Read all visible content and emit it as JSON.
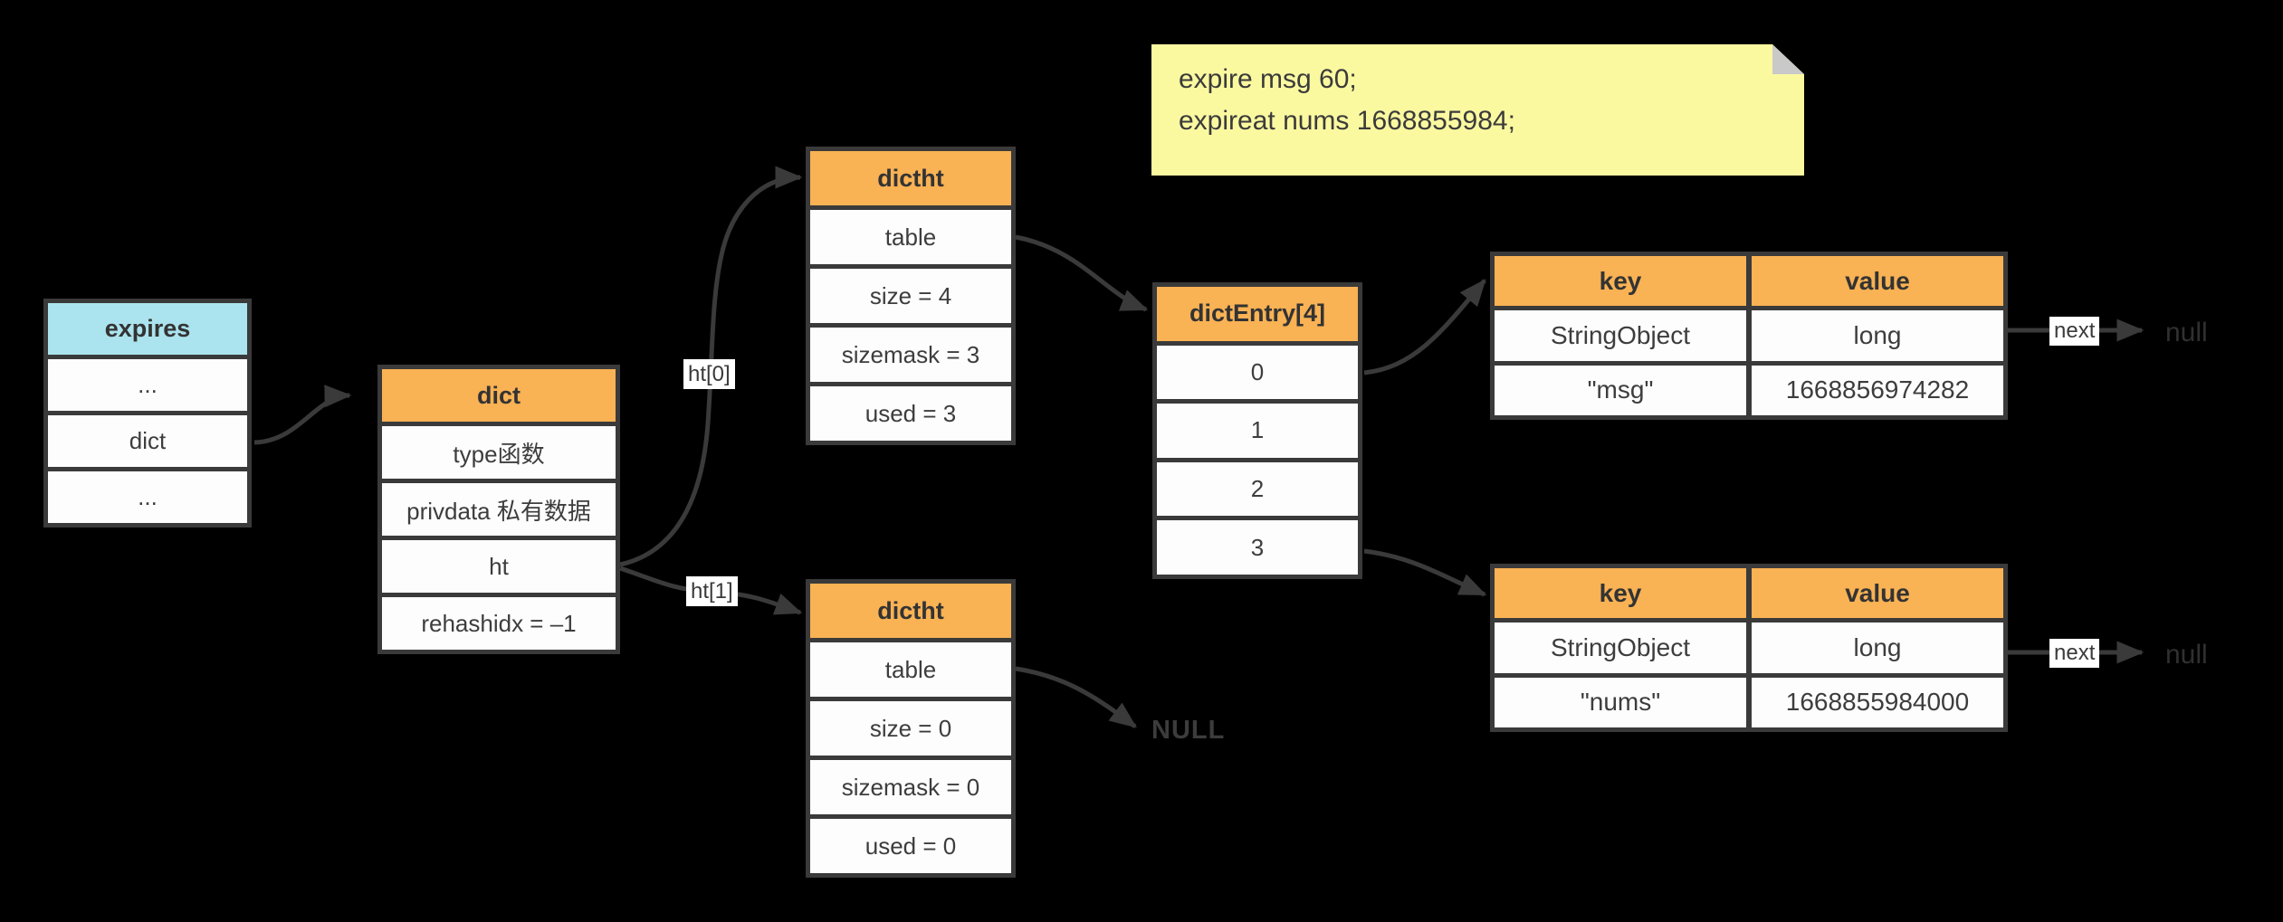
{
  "note": {
    "lines": [
      "expire msg 60;",
      "expireat nums 1668855984;"
    ]
  },
  "expires_box": {
    "title": "expires",
    "rows": [
      "...",
      "dict",
      "..."
    ]
  },
  "dict_box": {
    "title": "dict",
    "rows": [
      "type函数",
      "privdata 私有数据",
      "ht",
      "rehashidx = –1"
    ]
  },
  "dictht_top_box": {
    "title": "dictht",
    "rows": [
      "table",
      "size = 4",
      "sizemask = 3",
      "used = 3"
    ]
  },
  "dictht_bottom_box": {
    "title": "dictht",
    "rows": [
      "table",
      "size = 0",
      "sizemask = 0",
      "used = 0"
    ]
  },
  "dictentry_box": {
    "title": "dictEntry[4]",
    "rows": [
      "0",
      "1",
      "2",
      "3"
    ]
  },
  "kv_top": {
    "headers": [
      "key",
      "value"
    ],
    "rows": [
      [
        "StringObject",
        "long"
      ],
      [
        "\"msg\"",
        "1668856974282"
      ]
    ]
  },
  "kv_bottom": {
    "headers": [
      "key",
      "value"
    ],
    "rows": [
      [
        "StringObject",
        "long"
      ],
      [
        "\"nums\"",
        "1668855984000"
      ]
    ]
  },
  "labels": {
    "ht0": "ht[0]",
    "ht1": "ht[1]",
    "next_top": "next",
    "next_bottom": "next",
    "null_top": "null",
    "null_bottom": "null",
    "null_caps": "NULL"
  },
  "colors": {
    "background": "#000000",
    "header_orange": "#F9B254",
    "header_cyan": "#ABE4EE",
    "note_yellow": "#FBF9A0",
    "note_fold_gray": "#C9C9C9",
    "line_dark": "#3A3A3A",
    "cell_white": "#FDFDFD"
  }
}
